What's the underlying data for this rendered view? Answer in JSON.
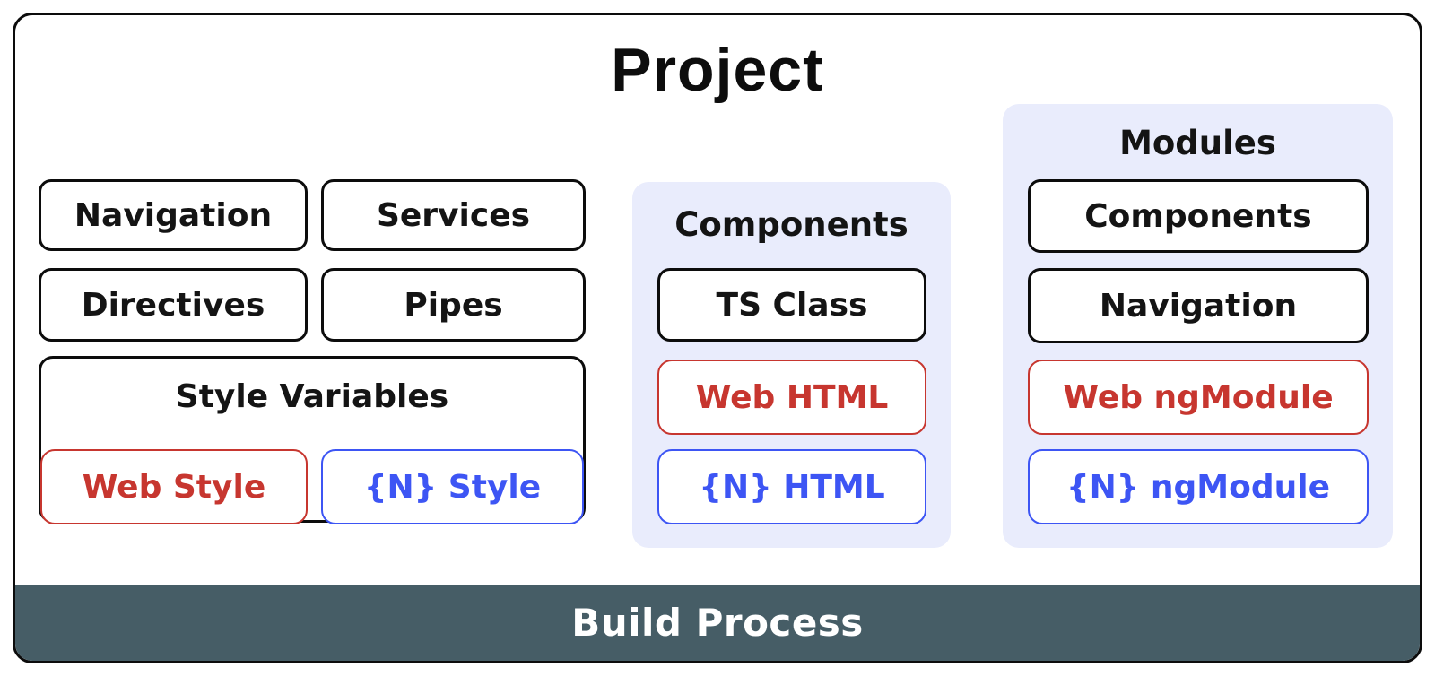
{
  "title": "Project",
  "left_group": {
    "boxes": [
      {
        "label": "Navigation"
      },
      {
        "label": "Services"
      },
      {
        "label": "Directives"
      },
      {
        "label": "Pipes"
      }
    ],
    "style_variables": {
      "label": "Style Variables",
      "web_label": "Web Style",
      "ns_label": "{N} Style"
    }
  },
  "components_panel": {
    "title": "Components",
    "ts_label": "TS Class",
    "web_label": "Web HTML",
    "ns_label": "{N} HTML"
  },
  "modules_panel": {
    "title": "Modules",
    "boxes": [
      {
        "label": "Components"
      },
      {
        "label": "Navigation"
      }
    ],
    "web_label": "Web ngModule",
    "ns_label": "{N} ngModule"
  },
  "build_bar": {
    "label": "Build Process"
  },
  "colors": {
    "web_red": "#c7362f",
    "ns_blue": "#3d55f4",
    "panel_bg": "#e9ecfc",
    "bar_bg": "#465d66",
    "border_black": "#0c0c0c"
  }
}
